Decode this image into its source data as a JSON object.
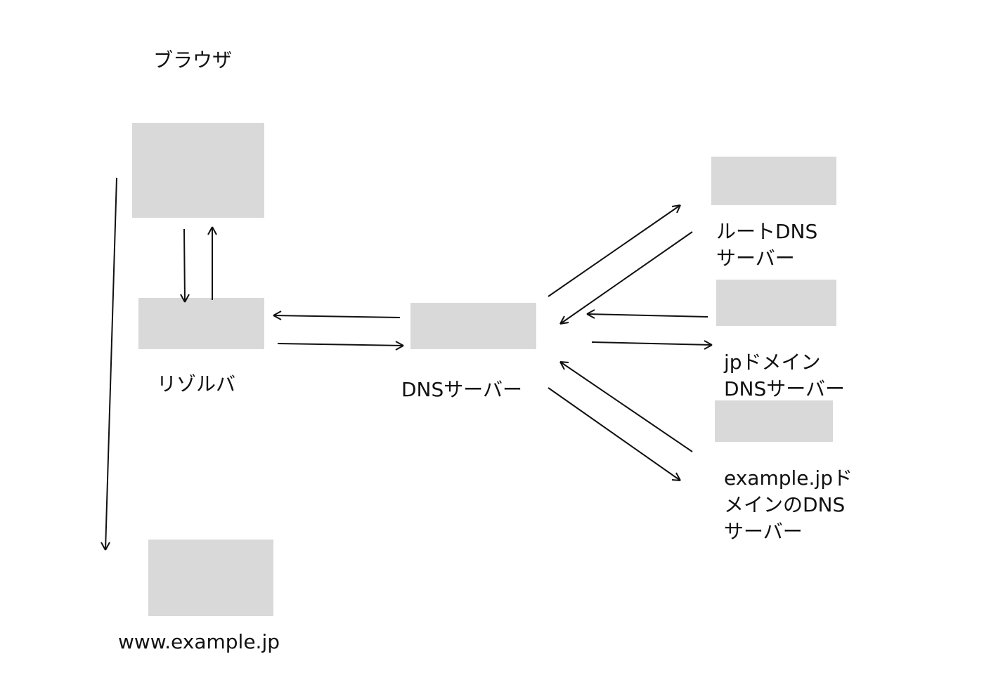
{
  "labels": {
    "browser": "ブラウザ",
    "resolver": "リゾルバ",
    "dns_server": "DNSサーバー",
    "root_dns": [
      "ルートDNS",
      "サーバー"
    ],
    "jp_dns": [
      "jpドメイン",
      "DNSサーバー"
    ],
    "example_jp_dns": [
      "example.jpド",
      "メインのDNS",
      "サーバー"
    ],
    "web_server": "www.example.jp"
  },
  "colors": {
    "box_fill": "#d9d9d9",
    "line": "#111111",
    "background": "#ffffff"
  }
}
